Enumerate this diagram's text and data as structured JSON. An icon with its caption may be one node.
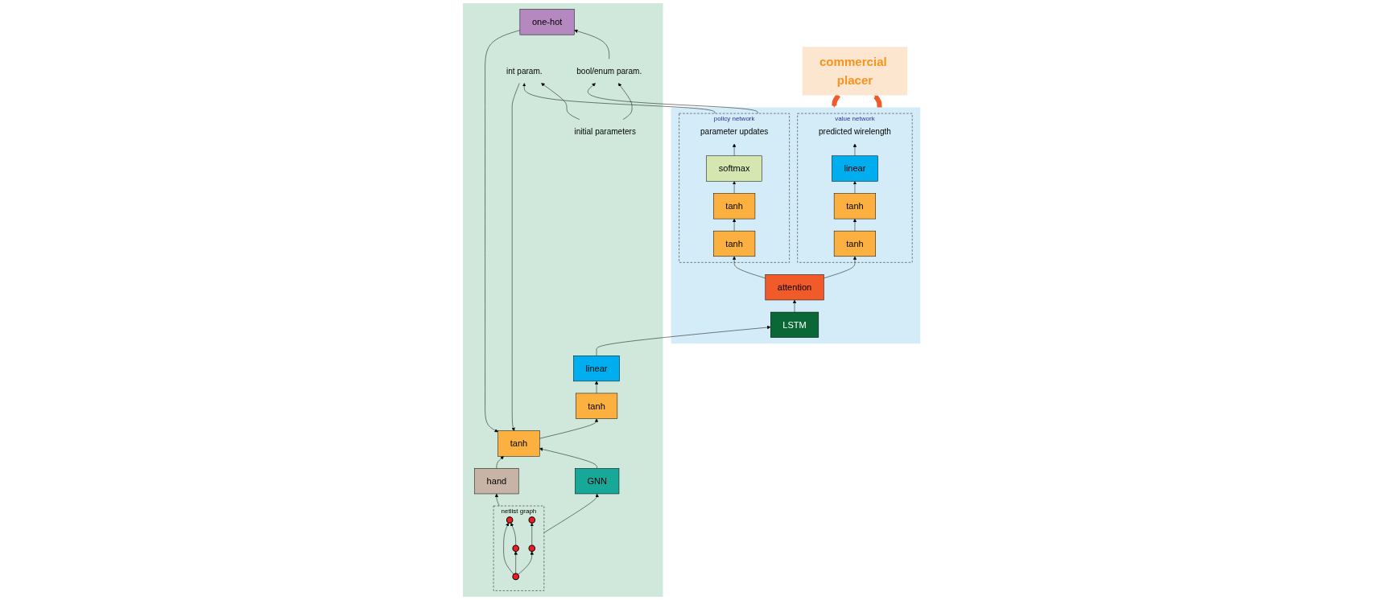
{
  "diagram": {
    "nodes": [
      {
        "text": [],
        "shape": "box"
      },
      {
        "text": [
          "linear"
        ],
        "in": 0
      },
      {
        "text": [
          "tanh"
        ],
        "in": 0
      },
      {
        "text": [
          "tanh"
        ],
        "in": 0
      },
      {
        "text": [
          "GNN"
        ],
        "in": 0
      },
      {
        "text": [
          "hand"
        ],
        "in": 0
      },
      {
        "text": [
          "one-hot"
        ],
        "in": 0
      },
      {
        "text": [
          "netlist graph"
        ],
        "in": 0
      },
      {
        "text": [],
        "shape": "circle",
        "in": 7
      },
      {
        "text": [],
        "shape": "circle",
        "in": 7
      },
      {
        "text": [],
        "shape": "circle",
        "in": 7
      },
      {
        "text": [],
        "shape": "circle",
        "in": 7
      },
      {
        "text": [],
        "shape": "circle",
        "in": 7
      },
      {
        "text": [
          "bool/enum param."
        ],
        "in": 0
      },
      {
        "text": [
          "int param."
        ],
        "in": 0
      },
      {
        "text": [
          "initial parameters"
        ],
        "in": 0
      },
      {
        "text": [],
        "shape": "box"
      },
      {
        "text": [
          "policy network"
        ],
        "in": 16
      },
      {
        "text": [
          "parameter updates"
        ],
        "in": 17
      },
      {
        "text": [
          "softmax"
        ],
        "in": 17
      },
      {
        "text": [
          "tanh"
        ],
        "in": 17
      },
      {
        "text": [
          "tanh"
        ],
        "in": 17
      },
      {
        "text": [
          "value network"
        ],
        "in": 16
      },
      {
        "text": [
          "predicted wirelength"
        ],
        "in": 22
      },
      {
        "text": [
          "linear"
        ],
        "in": 22
      },
      {
        "text": [
          "tanh"
        ],
        "in": 22
      },
      {
        "text": [
          "tanh"
        ],
        "in": 22
      },
      {
        "text": [
          "attention"
        ],
        "in": 16
      },
      {
        "text": [
          "LSTM"
        ],
        "in": 16
      },
      {
        "text": [
          "commercial placer"
        ]
      }
    ],
    "edges": [
      {
        "from": 2,
        "to": 1,
        "arrow": "to"
      },
      {
        "from": 3,
        "to": 2,
        "arrow": "to"
      },
      {
        "from": 4,
        "to": 3,
        "arrow": "to"
      },
      {
        "from": 5,
        "to": 3,
        "arrow": "to"
      },
      {
        "from": 6,
        "to": 3,
        "arrow": "to"
      },
      {
        "from": 14,
        "to": 3,
        "arrow": "to"
      },
      {
        "from": 7,
        "to": 4,
        "arrow": "to"
      },
      {
        "from": 7,
        "to": 5,
        "arrow": "to"
      },
      {
        "from": 8,
        "to": 10,
        "arrow": "to"
      },
      {
        "from": 8,
        "to": 12,
        "arrow": "to"
      },
      {
        "from": 8,
        "to": 9,
        "arrow": "to"
      },
      {
        "from": 10,
        "to": 12,
        "arrow": "to"
      },
      {
        "from": 9,
        "to": 11,
        "arrow": "to"
      },
      {
        "from": 13,
        "to": 6,
        "arrow": "to"
      },
      {
        "from": 15,
        "to": 13,
        "arrow": "to"
      },
      {
        "from": 15,
        "to": 14,
        "arrow": "to"
      },
      {
        "from": 17,
        "to": 13,
        "arrow": "to"
      },
      {
        "from": 17,
        "to": 14,
        "arrow": "to"
      },
      {
        "from": 1,
        "to": 28,
        "arrow": "to"
      },
      {
        "from": 28,
        "to": 27,
        "arrow": "to"
      },
      {
        "from": 27,
        "to": 21,
        "arrow": "to"
      },
      {
        "from": 27,
        "to": 26,
        "arrow": "to"
      },
      {
        "from": 21,
        "to": 20,
        "arrow": "to"
      },
      {
        "from": 20,
        "to": 19,
        "arrow": "to"
      },
      {
        "from": 19,
        "to": 18,
        "arrow": "to"
      },
      {
        "from": 26,
        "to": 25,
        "arrow": "to"
      },
      {
        "from": 25,
        "to": 24,
        "arrow": "to"
      },
      {
        "from": 24,
        "to": 23,
        "arrow": "to"
      },
      {
        "from": 16,
        "to": 29,
        "arrow": "to",
        "style": "thick",
        "color": "#f15a29"
      },
      {
        "from": 29,
        "to": 16,
        "arrow": "to",
        "style": "thick",
        "color": "#f15a29"
      }
    ]
  }
}
